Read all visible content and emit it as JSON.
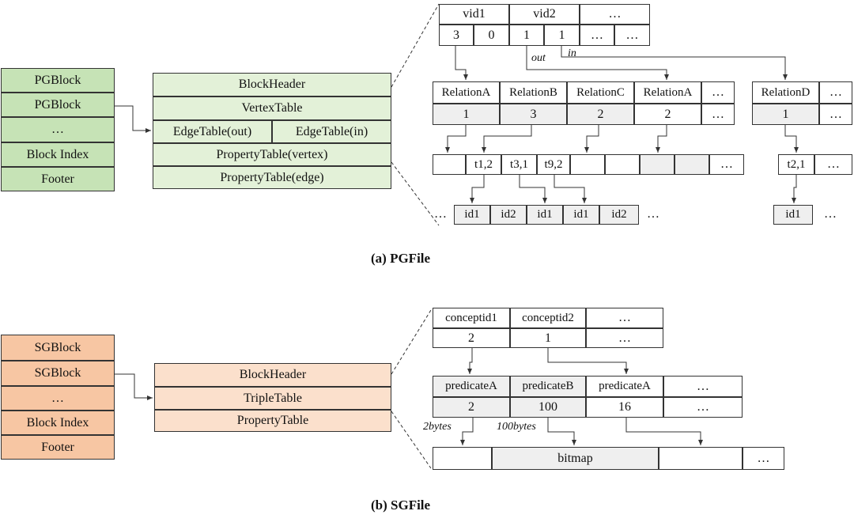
{
  "pg": {
    "blocks": [
      "PGBlock",
      "PGBlock",
      "…",
      "Block Index",
      "Footer"
    ],
    "layout": [
      "BlockHeader",
      "VertexTable",
      "EdgeTable(out)",
      "EdgeTable(in)",
      "PropertyTable(vertex)",
      "PropertyTable(edge)"
    ],
    "vertex_headers": [
      "vid1",
      "vid2",
      "…"
    ],
    "vertex_values": [
      "3",
      "0",
      "1",
      "1",
      "…",
      "…"
    ],
    "label_out": "out",
    "label_in": "in",
    "relations": [
      "RelationA",
      "RelationB",
      "RelationC",
      "RelationA",
      "…"
    ],
    "relation_counts": [
      "1",
      "3",
      "2",
      "2",
      "…"
    ],
    "relations_in": [
      "RelationD",
      "…"
    ],
    "relation_in_counts": [
      "1",
      "…"
    ],
    "edge_cells": [
      "t1,2",
      "t3,1",
      "t9,2",
      "…"
    ],
    "edge_in_cells": [
      "t2,1",
      "…"
    ],
    "ids": [
      "…",
      "id1",
      "id2",
      "id1",
      "id1",
      "id2",
      "…"
    ],
    "ids_in": [
      "id1",
      "…"
    ],
    "caption": "(a) PGFile"
  },
  "sg": {
    "blocks": [
      "SGBlock",
      "SGBlock",
      "…",
      "Block Index",
      "Footer"
    ],
    "layout": [
      "BlockHeader",
      "TripleTable",
      "PropertyTable"
    ],
    "concept_headers": [
      "conceptid1",
      "conceptid2",
      "…"
    ],
    "concept_values": [
      "2",
      "1",
      "…"
    ],
    "predicates": [
      "predicateA",
      "predicateB",
      "predicateA",
      "…"
    ],
    "predicate_values": [
      "2",
      "100",
      "16",
      "…"
    ],
    "label_2bytes": "2bytes",
    "label_100bytes": "100bytes",
    "data_cells": [
      "bitmap",
      "…"
    ],
    "caption": "(b) SGFile"
  },
  "colors": {
    "pg_block": "#c6e3b6",
    "pg_layout": "#e3f1d8",
    "sg_block": "#f7c6a3",
    "sg_layout": "#fbe0cc",
    "gray_cell": "#efefef"
  }
}
